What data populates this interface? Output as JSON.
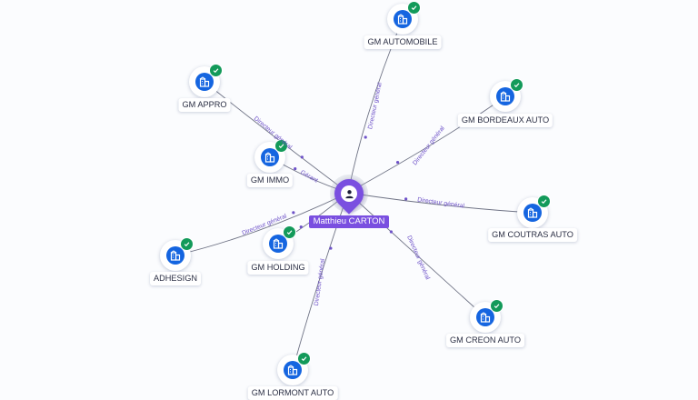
{
  "center": {
    "name": "Matthieu CARTON",
    "icon": "person-icon",
    "color": "#7a4fe0"
  },
  "companies": [
    {
      "id": "gm-automobile",
      "name": "GM AUTOMOBILE",
      "role": "Directeur général",
      "icon": "company-building-icon",
      "verified": true
    },
    {
      "id": "gm-bordeaux-auto",
      "name": "GM BORDEAUX AUTO",
      "role": "Directeur général",
      "icon": "company-building-icon",
      "verified": true
    },
    {
      "id": "gm-coutras-auto",
      "name": "GM COUTRAS AUTO",
      "role": "Directeur général",
      "icon": "company-building-icon",
      "verified": true
    },
    {
      "id": "gm-creon-auto",
      "name": "GM CREON AUTO",
      "role": "Directeur général",
      "icon": "company-building-icon",
      "verified": true
    },
    {
      "id": "gm-lormont-auto",
      "name": "GM LORMONT AUTO",
      "role": "Directeur général",
      "icon": "company-building-icon",
      "verified": true
    },
    {
      "id": "adhesign",
      "name": "ADHESIGN",
      "role": "Directeur général",
      "icon": "company-building-icon",
      "verified": true
    },
    {
      "id": "gm-holding",
      "name": "GM HOLDING",
      "role": "",
      "icon": "company-building-icon",
      "verified": true
    },
    {
      "id": "gm-immo",
      "name": "GM IMMO",
      "role": "Gérant",
      "icon": "company-building-icon",
      "verified": true
    },
    {
      "id": "gm-appro",
      "name": "GM APPRO",
      "role": "Directeur général",
      "icon": "company-building-icon",
      "verified": true
    }
  ],
  "colors": {
    "company": "#1565e0",
    "verified": "#139a5a",
    "edge": "#6f7385",
    "edge_label": "#6e52c8"
  }
}
